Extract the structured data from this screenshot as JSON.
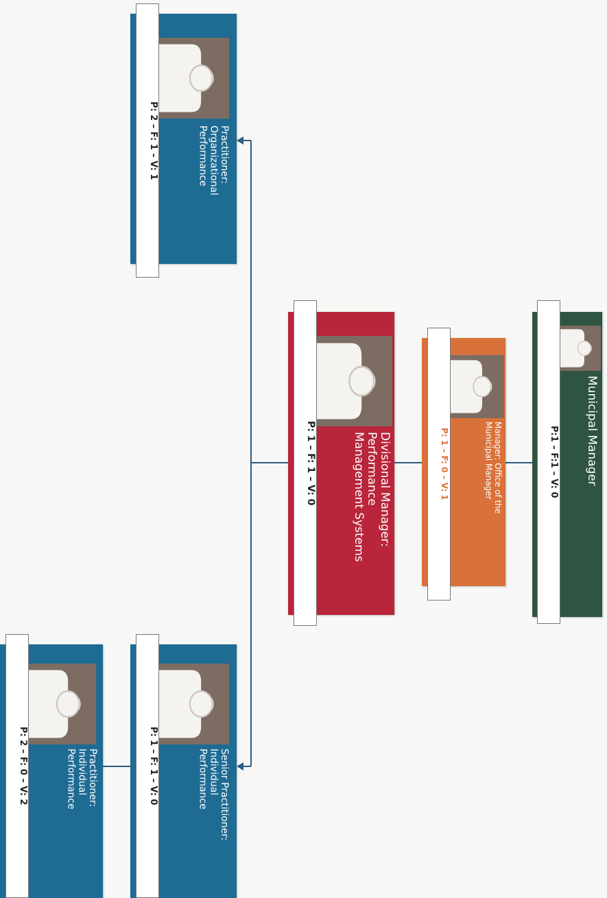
{
  "org_chart": {
    "colors": {
      "executive": "#2f5442",
      "office": "#d9723a",
      "division": "#b9253a",
      "staff": "#1e6b94",
      "photo_bg": "#7c6c62",
      "connector": "#2c5d82"
    },
    "icons": {
      "portrait": "person-silhouette-icon"
    },
    "positions": [
      {
        "id": "municipal-manager",
        "title": "Municipal Manager",
        "stats": "P:1 – F:1 – V: 0",
        "color": "executive"
      },
      {
        "id": "manager-office",
        "title": "Manager: Office of the\nMunicipal Manager",
        "stats": "P: 1 – F: 0 – V: 1",
        "color": "office"
      },
      {
        "id": "divisional-manager",
        "title": "Divisional Manager:\nPerformance\nManagement Systems",
        "stats": "P: 1 – F: 1 – V: 0",
        "color": "division"
      },
      {
        "id": "practitioner-organizational",
        "title": "Practitioner:\nOrganizational\nPerformance",
        "stats": "P: 2 – F: 1 – V: 1",
        "color": "staff"
      },
      {
        "id": "senior-practitioner-individual",
        "title": "Senior Practitioner:\nIndividual\nPerformance",
        "stats": "P: 1 – F: 1 – V: 0",
        "color": "staff"
      },
      {
        "id": "practitioner-individual",
        "title": "Practitioner:\nIndividual\nPerformance",
        "stats": "P: 2 – F: 0 – V: 2",
        "color": "staff"
      }
    ]
  }
}
